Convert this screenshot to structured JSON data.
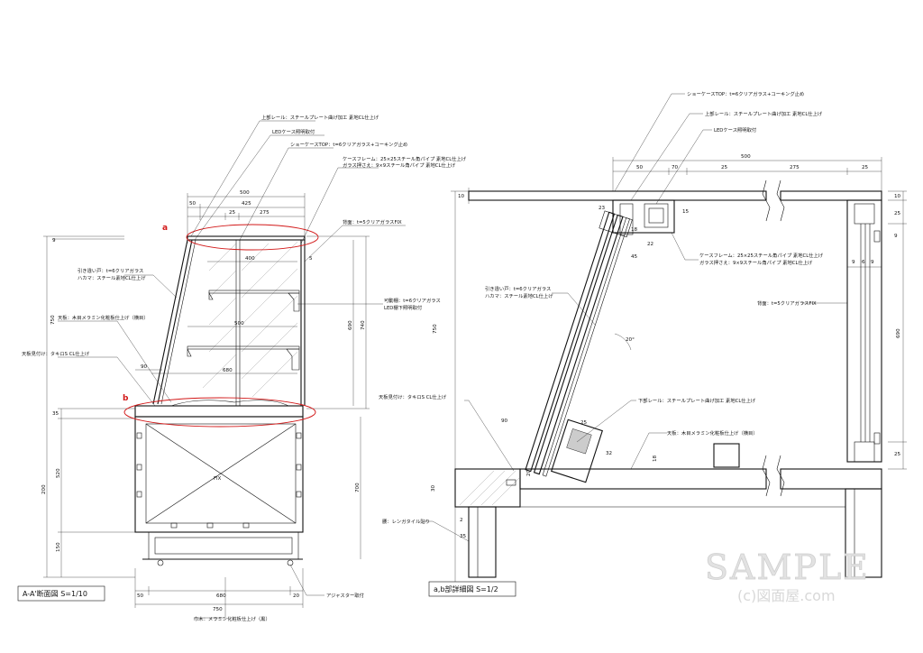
{
  "left_view": {
    "title": "A-A'断面図 S=1/10",
    "marks": {
      "a": "a",
      "b": "b"
    },
    "labels": {
      "top_rail": "上部レール：スチールプレート曲げ加工 素地CL仕上げ",
      "led": "LEDケース照明取付",
      "case_top": "ショーケースTOP：t=6クリアガラス+コーキング止め",
      "frame": "ケースフレーム：25×25スチール角パイプ 素地CL仕上げ",
      "glass_stop": "ガラス押さえ：9×9スチール角パイプ 素地CL仕上げ",
      "back": "背面：t=5クリアガラスFIX",
      "sliding_door_1": "引き違い戸：t=6クリアガラス",
      "sliding_door_2": "ハカマ：スチール素地CL仕上げ",
      "shelf_1": "可動棚：t=6クリアガラス",
      "shelf_2": "LED棚下照明取付",
      "top_board": "天板：木目メラミン化粧板仕上げ（横目）",
      "top_trim": "天板見付け：タキロS CL仕上げ",
      "fix": "FIX",
      "adjuster": "アジャスター取付",
      "baseboard": "巾木：メラミン化粧板仕上げ（黒）"
    },
    "dims": {
      "w500": "500",
      "w50": "50",
      "w425": "425",
      "w25": "25",
      "w275": "275",
      "d400": "400",
      "d5": "5",
      "d500": "500",
      "d680": "680",
      "d90": "90",
      "h9": "9",
      "h750": "750",
      "h690": "690",
      "h740": "740",
      "h35": "35",
      "h520": "520",
      "h200": "200",
      "h150": "150",
      "h700": "700",
      "b50": "50",
      "b680": "680",
      "b20": "20",
      "b750": "750"
    }
  },
  "right_view": {
    "title": "a,b部詳細図 S=1/2",
    "labels": {
      "case_top": "ショーケースTOP：t=6クリアガラス+コーキング止め",
      "top_rail": "上部レール：スチールプレート曲げ加工 素地CL仕上げ",
      "led": "LEDケース照明取付",
      "frame": "ケースフレーム：25×25スチール角パイプ 素地CL仕上げ",
      "glass_stop": "ガラス押さえ：9×9スチール角パイプ 素地CL仕上げ",
      "back": "背面：t=5クリアガラスFIX",
      "sliding_door_1": "引き違い戸：t=6クリアガラス",
      "sliding_door_2": "ハカマ：スチール素地CL仕上げ",
      "top_trim": "天板見付け：タキロS CL仕上げ",
      "bottom_rail": "下部レール：スチールプレート曲げ加工 素地CL仕上げ",
      "top_board": "天板：木目メラミン化粧板仕上げ（横目）",
      "waist": "腰：レンガタイル貼り"
    },
    "dims": {
      "w500": "500",
      "w50": "50",
      "w70": "70",
      "w25": "25",
      "w275": "275",
      "w25b": "25",
      "h10": "10",
      "h10r": "10",
      "h25r": "25",
      "h9r": "9",
      "h690": "690",
      "h25r2": "25",
      "d23": "23",
      "d15": "15",
      "d45": "45",
      "d22": "22",
      "d18": "18",
      "angle": "20°",
      "h750": "750",
      "d90": "90",
      "d30": "30",
      "d20": "20",
      "d25": "25",
      "d32": "32",
      "d18b": "18",
      "w9a": "9",
      "w6": "6",
      "w9b": "9",
      "d35": "35",
      "d2": "2"
    }
  },
  "watermark": {
    "text": "SAMPLE",
    "sub": "(c)図面屋.com"
  },
  "colors": {
    "line": "#111111",
    "marker": "#d21818",
    "watermark": "#e2e2e2"
  }
}
